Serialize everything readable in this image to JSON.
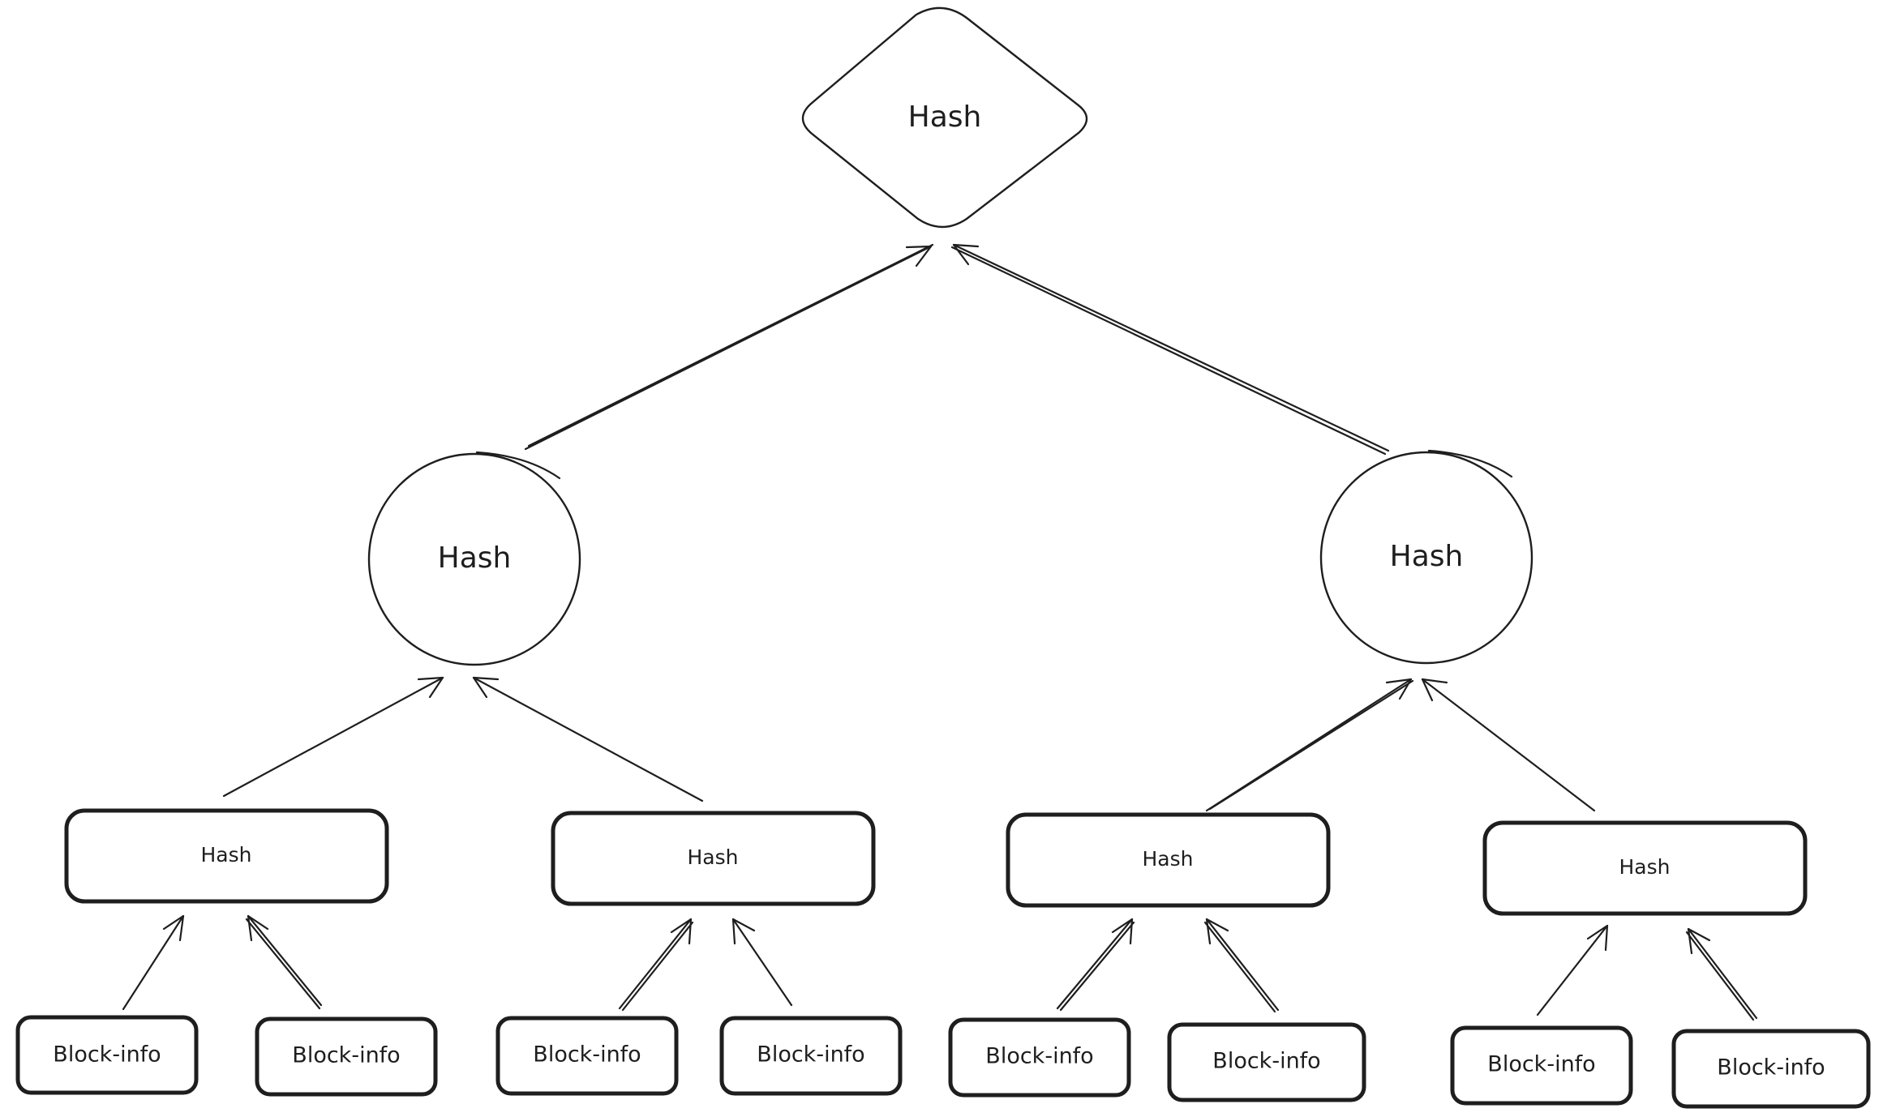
{
  "colors": {
    "background": "#ffffff",
    "stroke": "#1e1e1e"
  },
  "tree": {
    "root": {
      "label": "Hash",
      "shape": "diamond"
    },
    "level1": [
      {
        "label": "Hash",
        "shape": "circle"
      },
      {
        "label": "Hash",
        "shape": "circle"
      }
    ],
    "level2": [
      {
        "label": "Hash",
        "shape": "rounded-rectangle"
      },
      {
        "label": "Hash",
        "shape": "rounded-rectangle"
      },
      {
        "label": "Hash",
        "shape": "rounded-rectangle"
      },
      {
        "label": "Hash",
        "shape": "rounded-rectangle"
      }
    ],
    "leaves": [
      {
        "label": "Block-info",
        "shape": "rounded-rectangle"
      },
      {
        "label": "Block-info",
        "shape": "rounded-rectangle"
      },
      {
        "label": "Block-info",
        "shape": "rounded-rectangle"
      },
      {
        "label": "Block-info",
        "shape": "rounded-rectangle"
      },
      {
        "label": "Block-info",
        "shape": "rounded-rectangle"
      },
      {
        "label": "Block-info",
        "shape": "rounded-rectangle"
      },
      {
        "label": "Block-info",
        "shape": "rounded-rectangle"
      },
      {
        "label": "Block-info",
        "shape": "rounded-rectangle"
      }
    ]
  }
}
